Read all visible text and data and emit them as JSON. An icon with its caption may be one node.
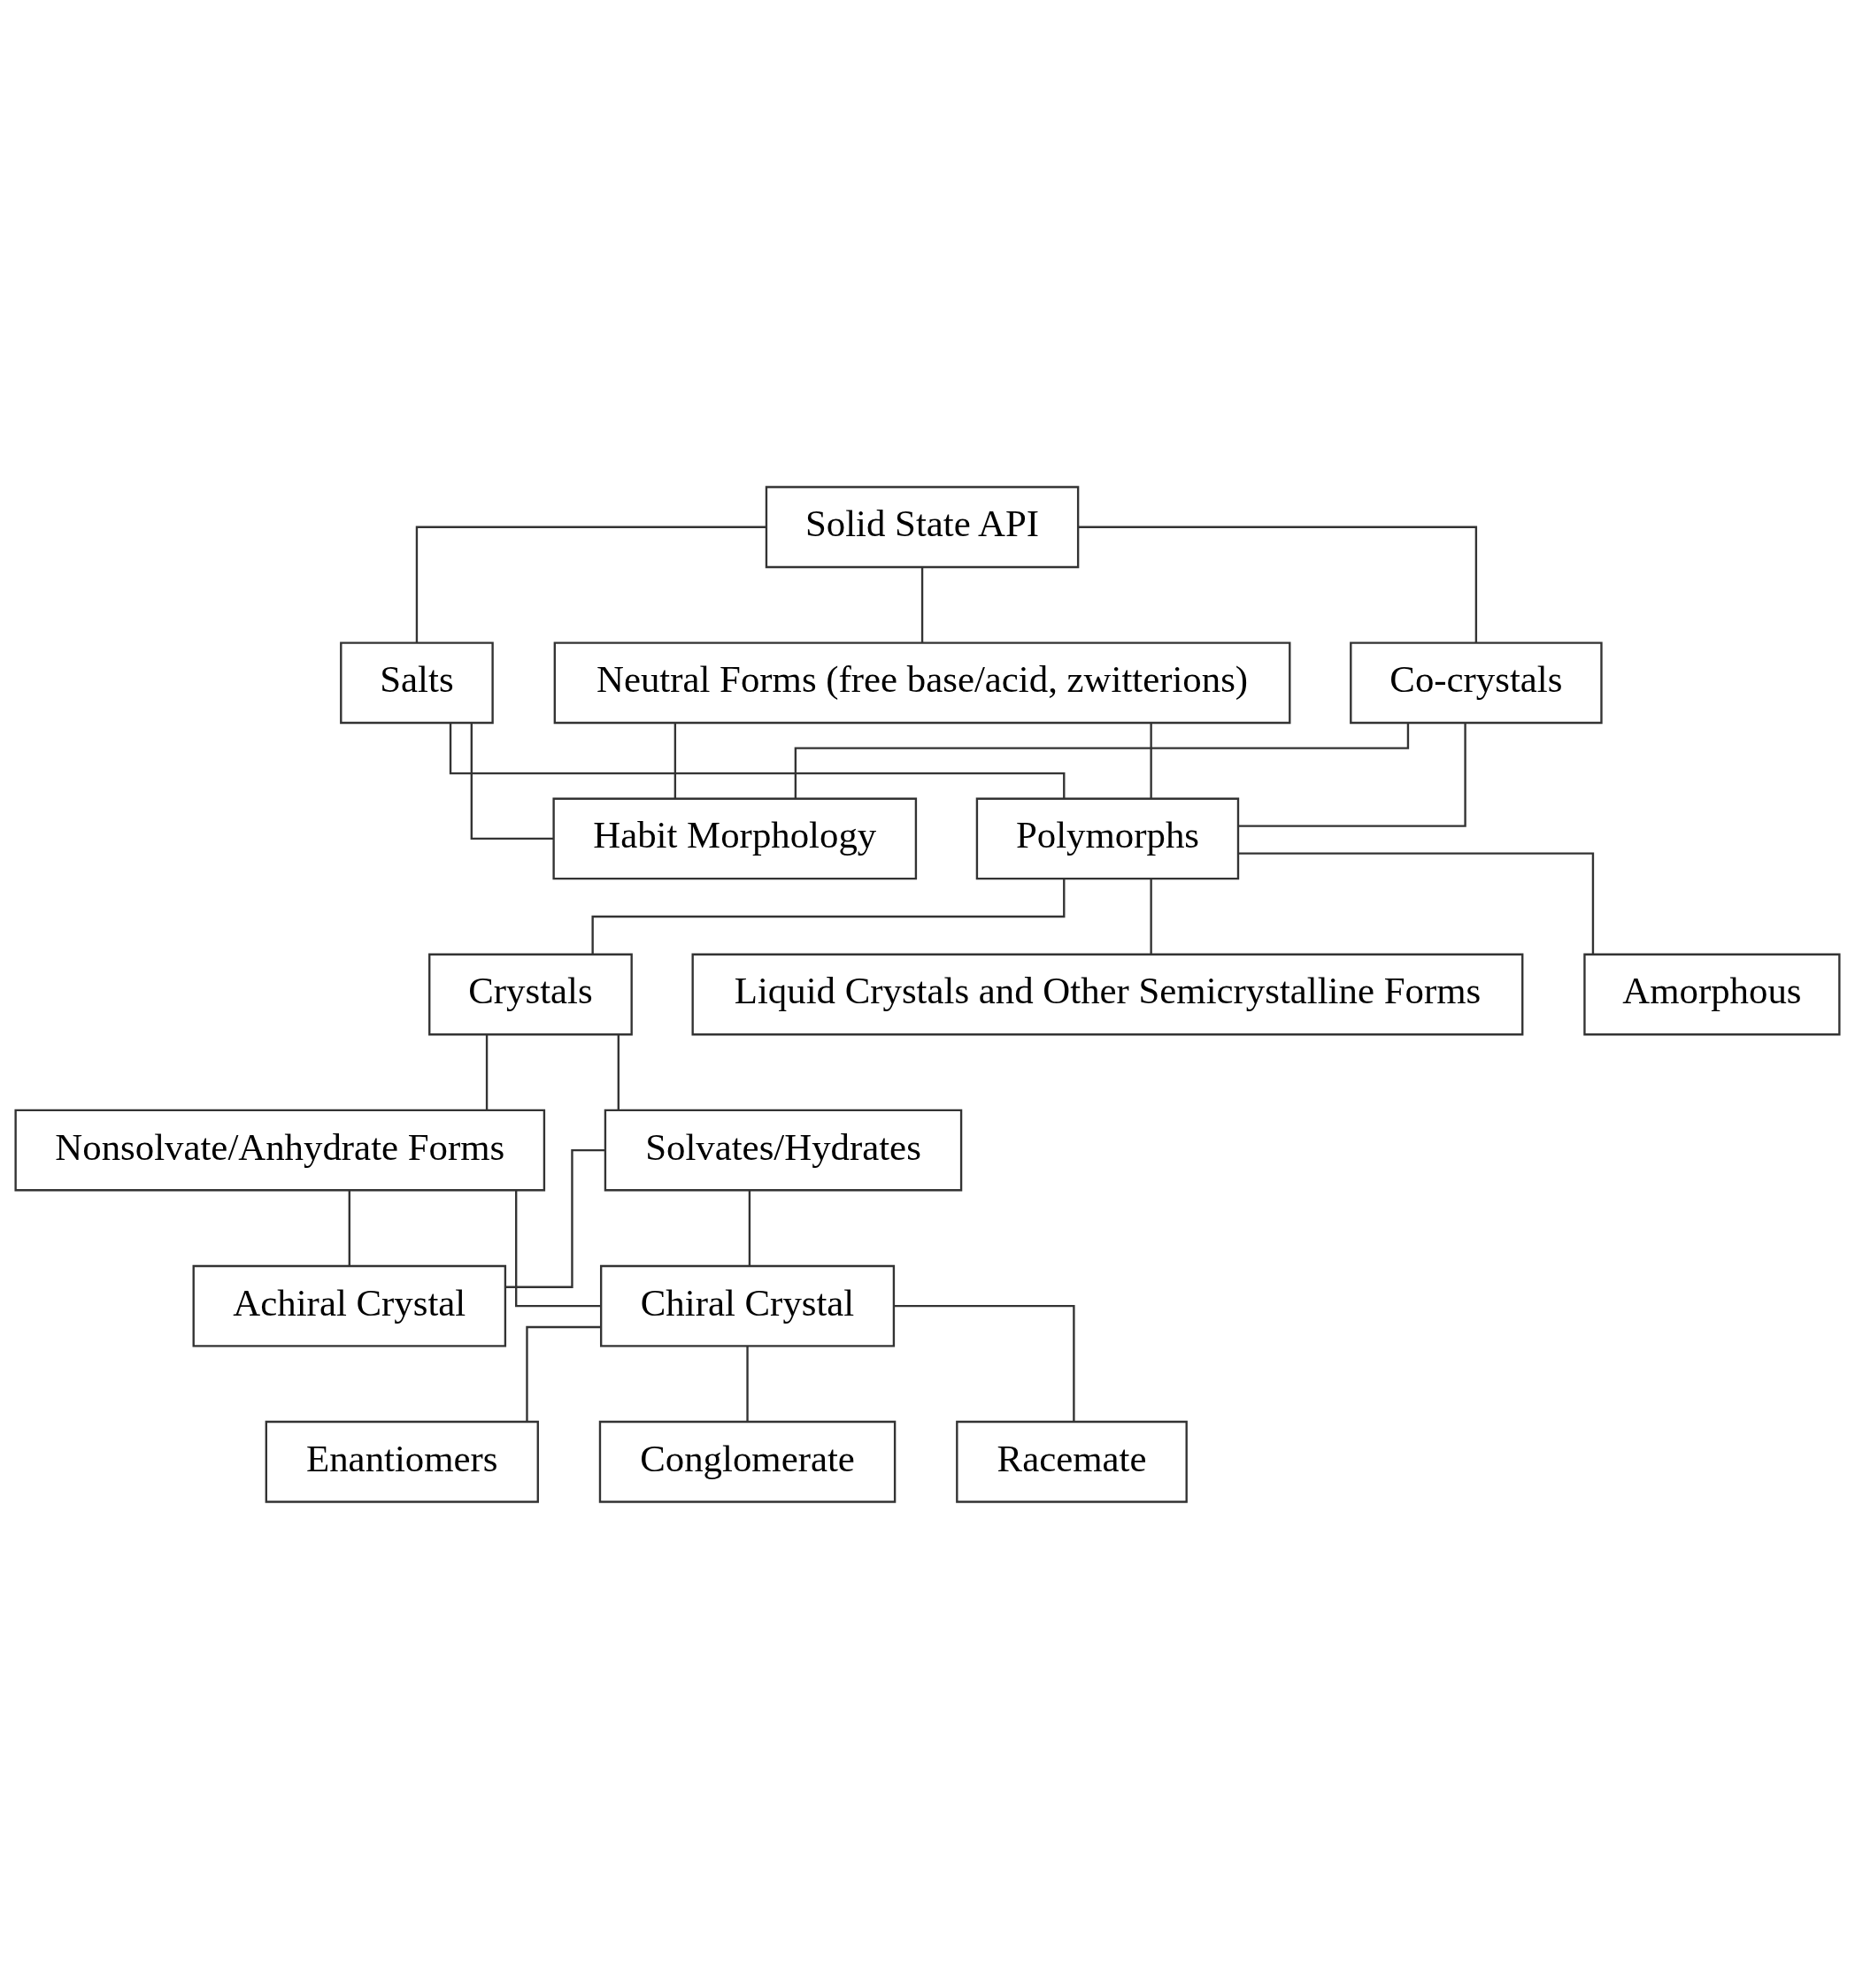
{
  "diagram": {
    "nodes": [
      {
        "text": [
          "Solid State API"
        ]
      },
      {
        "text": [
          "Salts"
        ]
      },
      {
        "text": [
          "Neutral Forms (free base/acid, zwitterions)"
        ]
      },
      {
        "text": [
          "Co-crystals"
        ]
      },
      {
        "text": [
          "Habit Morphology"
        ]
      },
      {
        "text": [
          "Polymorphs"
        ]
      },
      {
        "text": [
          "Crystals"
        ]
      },
      {
        "text": [
          "Liquid Crystals and Other Semicrystalline Forms"
        ]
      },
      {
        "text": [
          "Amorphous"
        ]
      },
      {
        "text": [
          "Nonsolvate/Anhydrate Forms"
        ]
      },
      {
        "text": [
          "Solvates/Hydrates"
        ]
      },
      {
        "text": [
          "Achiral Crystal"
        ]
      },
      {
        "text": [
          "Chiral Crystal"
        ]
      },
      {
        "text": [
          "Enantiomers"
        ]
      },
      {
        "text": [
          "Conglomerate"
        ]
      },
      {
        "text": [
          "Racemate"
        ]
      }
    ],
    "edges": [
      {
        "from": 0,
        "to": 1,
        "arrow": "none"
      },
      {
        "from": 0,
        "to": 2,
        "arrow": "none"
      },
      {
        "from": 0,
        "to": 3,
        "arrow": "none"
      },
      {
        "from": 1,
        "to": 4,
        "arrow": "none"
      },
      {
        "from": 1,
        "to": 5,
        "arrow": "none"
      },
      {
        "from": 2,
        "to": 4,
        "arrow": "none"
      },
      {
        "from": 2,
        "to": 5,
        "arrow": "none"
      },
      {
        "from": 3,
        "to": 4,
        "arrow": "none"
      },
      {
        "from": 3,
        "to": 5,
        "arrow": "none"
      },
      {
        "from": 5,
        "to": 6,
        "arrow": "none"
      },
      {
        "from": 5,
        "to": 7,
        "arrow": "none"
      },
      {
        "from": 5,
        "to": 8,
        "arrow": "none"
      },
      {
        "from": 6,
        "to": 9,
        "arrow": "none"
      },
      {
        "from": 6,
        "to": 10,
        "arrow": "none"
      },
      {
        "from": 9,
        "to": 11,
        "arrow": "none"
      },
      {
        "from": 9,
        "to": 12,
        "arrow": "none"
      },
      {
        "from": 10,
        "to": 11,
        "arrow": "none"
      },
      {
        "from": 10,
        "to": 12,
        "arrow": "none"
      },
      {
        "from": 12,
        "to": 13,
        "arrow": "none"
      },
      {
        "from": 12,
        "to": 14,
        "arrow": "none"
      },
      {
        "from": 12,
        "to": 15,
        "arrow": "none"
      }
    ]
  }
}
